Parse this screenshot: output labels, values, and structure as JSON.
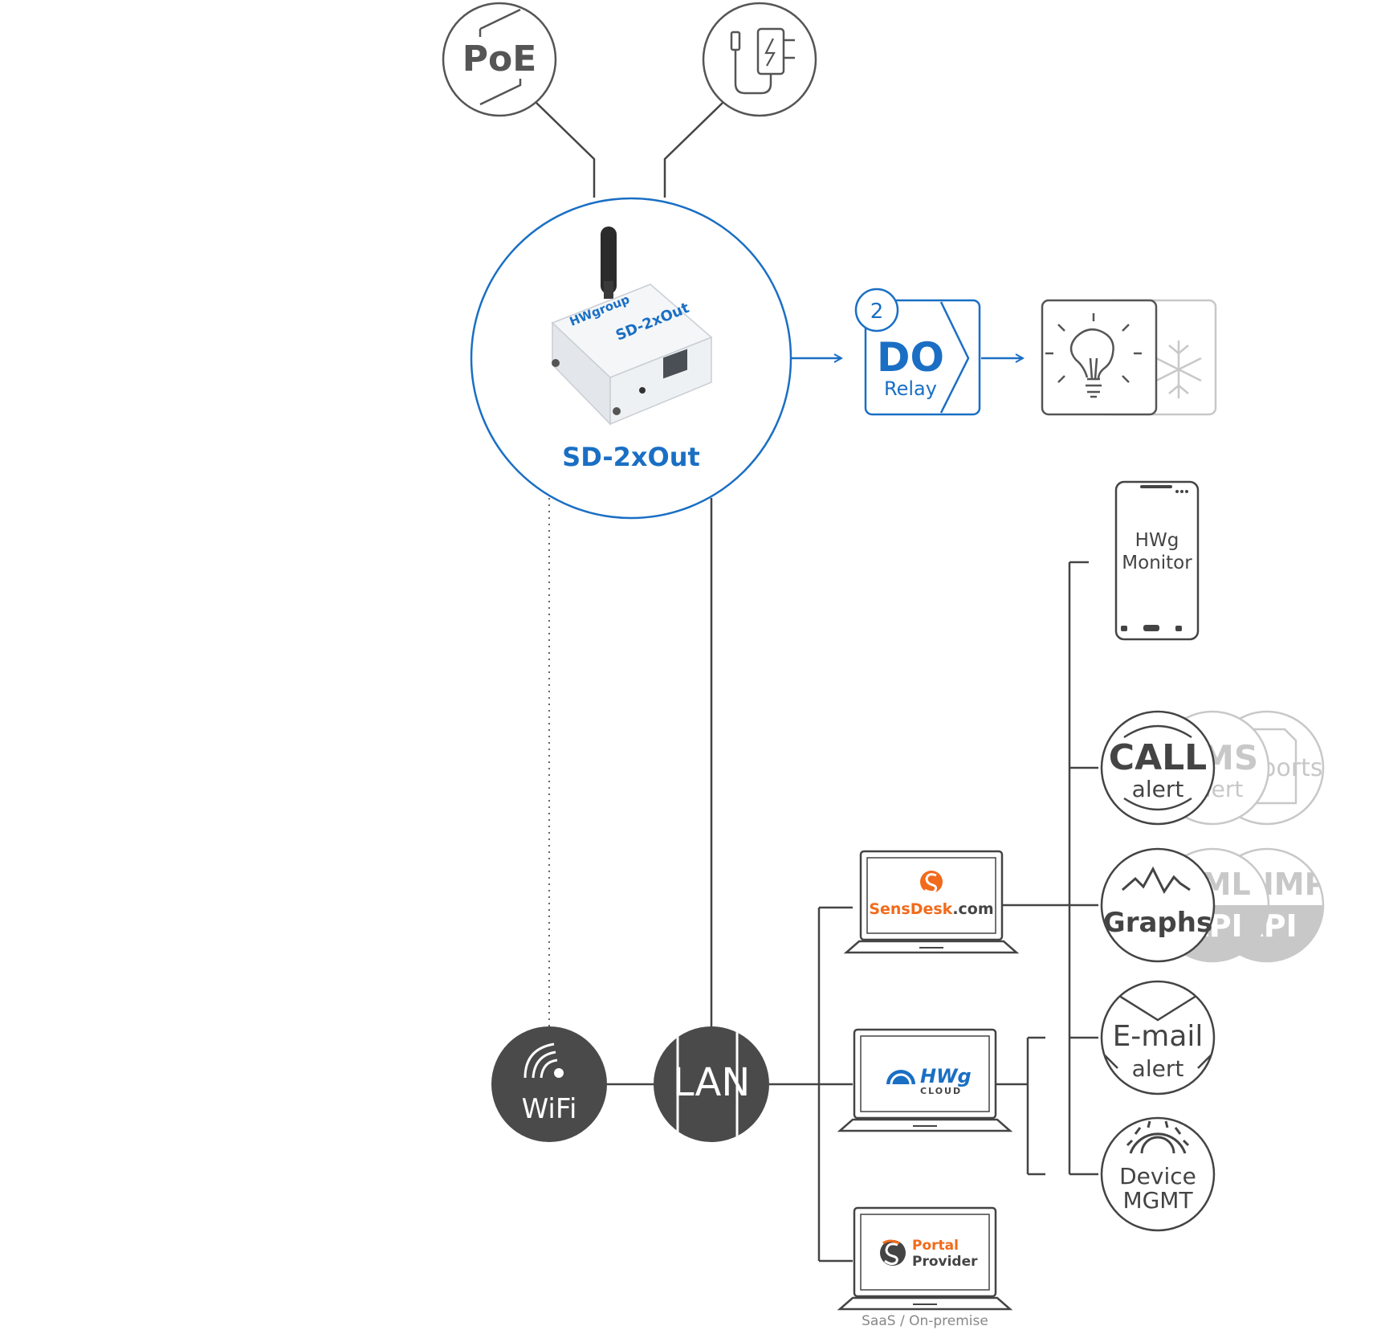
{
  "colors": {
    "accent_blue": "#1a6fc4",
    "line_gray": "#444444",
    "icon_gray": "#555555",
    "dark_circle": "#4a4a4a",
    "faded_gray": "#c8c8c8",
    "brand_orange": "#f26a1b",
    "cloud_blue": "#1a6fc4"
  },
  "power": {
    "poe_label": "PoE",
    "adapter_icon": "power-adapter-icon"
  },
  "device": {
    "name": "SD-2xOut",
    "brand": "HWgroup",
    "box_label": "SD-2xOut"
  },
  "output": {
    "count": "2",
    "type": "DO",
    "subtype": "Relay",
    "actuators": [
      "lightbulb-icon",
      "snowflake-icon"
    ]
  },
  "network": {
    "wifi": "WiFi",
    "lan": "LAN"
  },
  "portals": {
    "sensdesk": {
      "main": "SensDesk",
      "suffix": ".com"
    },
    "hwg_cloud": {
      "main": "HWg",
      "sub": "CLOUD"
    },
    "portal_provider": {
      "line1": "Portal",
      "line2": "Provider"
    },
    "caption": "SaaS / On-premise"
  },
  "features": {
    "mobile_app": {
      "line1": "HWg",
      "line2": "Monitor"
    },
    "call_alert": {
      "line1": "CALL",
      "line2": "alert"
    },
    "sms_alert": {
      "line1": "SMS",
      "line2": "alert"
    },
    "reports": {
      "line1": "Reports"
    },
    "graphs": {
      "line1": "Graphs"
    },
    "xml_api": {
      "line1": "XML",
      "line2": "API"
    },
    "snmp_api": {
      "line1": "SNMP",
      "line2": "API"
    },
    "email_alert": {
      "line1": "E-mail",
      "line2": "alert"
    },
    "device_mgmt": {
      "line1": "Device",
      "line2": "MGMT"
    }
  }
}
